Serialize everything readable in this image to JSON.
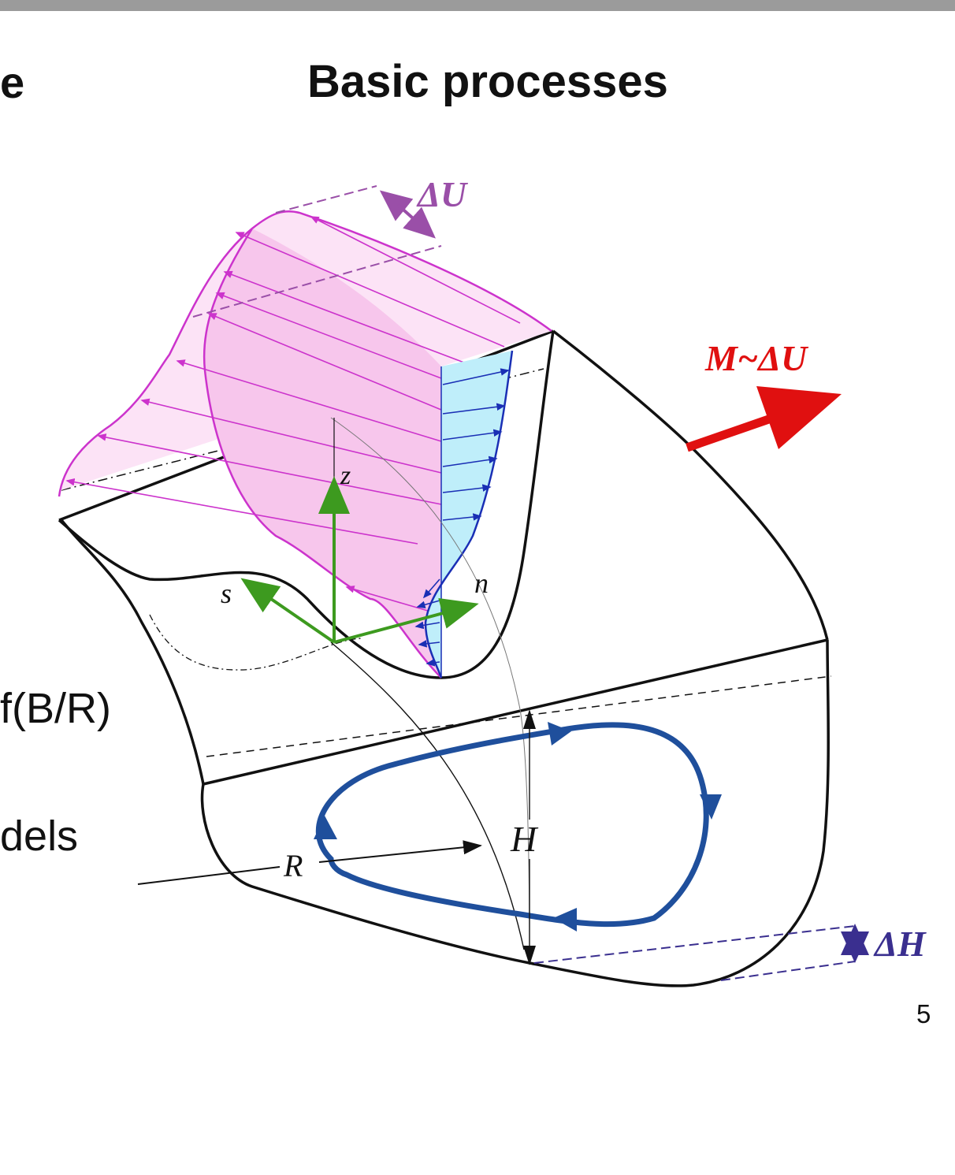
{
  "slide": {
    "title": "Basic processes",
    "page_number": "5",
    "left_fragments": [
      "e",
      "f(B/R)",
      "dels"
    ]
  },
  "diagram": {
    "labels": {
      "delta_u": "ΔU",
      "momentum": "M~ΔU",
      "axis_z": "z",
      "axis_s": "s",
      "axis_n": "n",
      "depth": "H",
      "radius": "R",
      "delta_h": "ΔH"
    },
    "colors": {
      "outline": "#111111",
      "streamwise_profile": "#cc33cc",
      "streamwise_fill": "#f7c6ec",
      "streamwise_fill_light": "#fce3f6",
      "secondary_profile": "#1a2fb5",
      "secondary_fill": "#bfeefa",
      "axes": "#3d9a1f",
      "momentum_arrow": "#e01010",
      "circulation": "#1f4f9c",
      "delta_u": "#9a4fa8",
      "delta_h": "#3a2f8f"
    }
  }
}
